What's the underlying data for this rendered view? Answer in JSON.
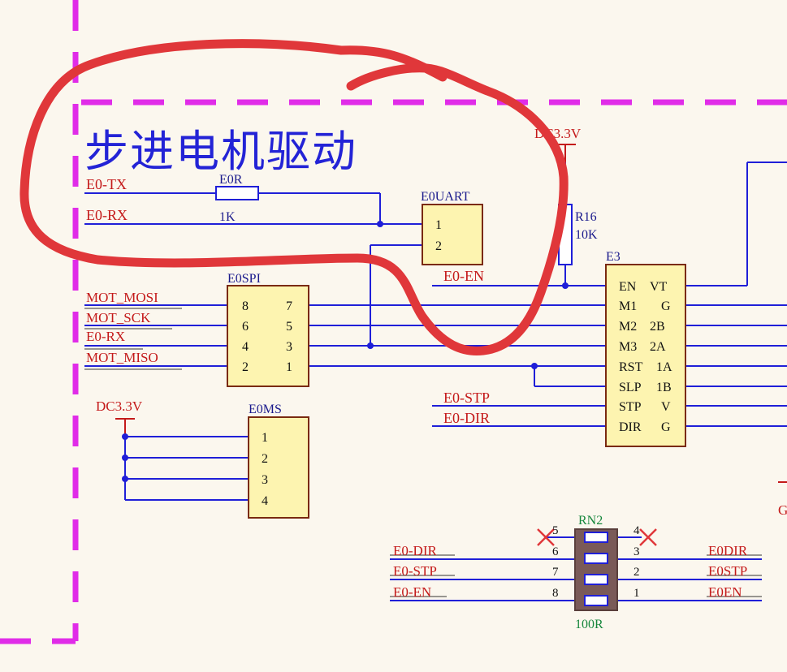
{
  "colors": {
    "background": "#fbf7ee",
    "wire": "#1f1fd8",
    "net_label": "#c41a1a",
    "ref_label": "#1a1a8c",
    "component_fill": "#fdf4b0",
    "component_stroke": "#7a2a10",
    "boundary": "#e02ce8",
    "annotation": "#e0373a",
    "rn_fill": "#7a5a58",
    "rn_label": "#16873c",
    "no_connect": "#e0373a"
  },
  "title": "步进电机驱动",
  "power": {
    "label_top": "DC3.3V",
    "label_left": "DC3.3V",
    "right_edge_label": "G"
  },
  "uart_section": {
    "net_tx": "E0-TX",
    "net_rx": "E0-RX",
    "resistor_ref": "E0R",
    "resistor_value": "1K",
    "connector_ref": "E0UART",
    "pins": [
      "1",
      "2"
    ]
  },
  "pullup": {
    "ref": "R16",
    "value": "10K"
  },
  "en_net": "E0-EN",
  "spi_header": {
    "ref": "E0SPI",
    "nets": [
      "MOT_MOSI",
      "MOT_SCK",
      "E0-RX",
      "MOT_MISO"
    ],
    "pins_left": [
      "8",
      "6",
      "4",
      "2"
    ],
    "pins_right": [
      "7",
      "5",
      "3",
      "1"
    ]
  },
  "driver": {
    "ref": "E3",
    "pins_left": [
      "EN",
      "M1",
      "M2",
      "M3",
      "RST",
      "SLP",
      "STP",
      "DIR"
    ],
    "pins_right": [
      "VT",
      "G",
      "2B",
      "2A",
      "1A",
      "1B",
      "V",
      "G"
    ]
  },
  "stp_dir_nets": [
    "E0-STP",
    "E0-DIR"
  ],
  "ms_header": {
    "ref": "E0MS",
    "pins": [
      "1",
      "2",
      "3",
      "4"
    ]
  },
  "resistor_network": {
    "ref": "RN2",
    "value": "100R",
    "left_nets": [
      "E0-DIR",
      "E0-STP",
      "E0-EN"
    ],
    "right_nets": [
      "E0DIR",
      "E0STP",
      "E0EN"
    ],
    "pins_left": [
      "5",
      "6",
      "7",
      "8"
    ],
    "pins_right": [
      "4",
      "3",
      "2",
      "1"
    ]
  }
}
